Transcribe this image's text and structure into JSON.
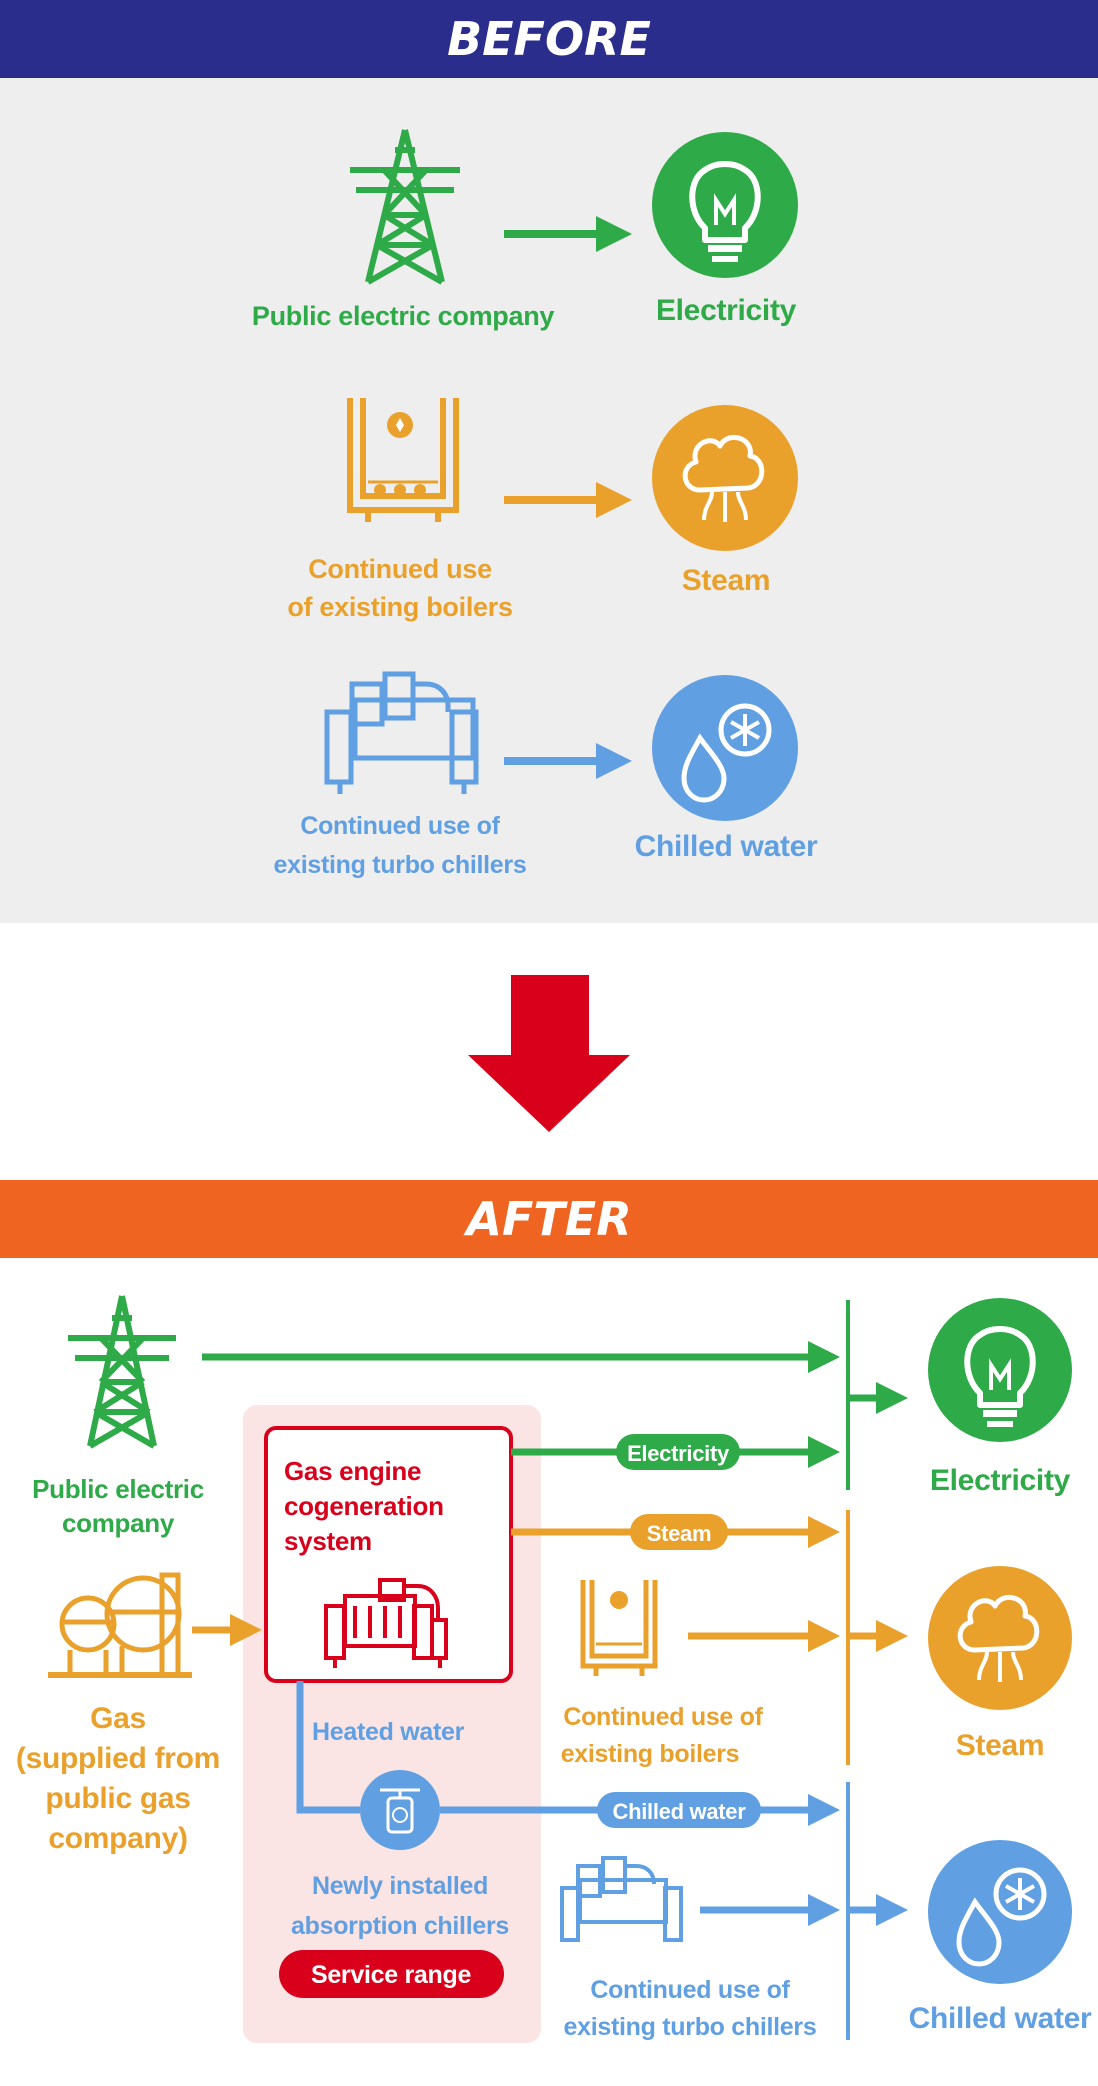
{
  "before": {
    "title": "BEFORE",
    "rows": [
      {
        "source": "Public electric company",
        "output": "Electricity"
      },
      {
        "source_line1": "Continued use",
        "source_line2": "of existing boilers",
        "output": "Steam"
      },
      {
        "source_line1": "Continued use of",
        "source_line2": "existing turbo chillers",
        "output": "Chilled water"
      }
    ]
  },
  "after": {
    "title": "AFTER",
    "public_electric": {
      "line1": "Public electric",
      "line2": "company"
    },
    "gas": {
      "line1": "Gas",
      "line2": "(supplied from",
      "line3": "public gas",
      "line4": "company)"
    },
    "cogeneration": {
      "line1": "Gas engine",
      "line2": "cogeneration",
      "line3": "system"
    },
    "heated_water": "Heated water",
    "absorption": {
      "line1": "Newly installed",
      "line2": "absorption chillers"
    },
    "service_range": "Service range",
    "boilers": {
      "line1": "Continued use of",
      "line2": "existing boilers"
    },
    "turbo": {
      "line1": "Continued use of",
      "line2": "existing turbo chillers"
    },
    "pills": {
      "electricity": "Electricity",
      "steam": "Steam",
      "chilled_water": "Chilled water"
    },
    "outputs": {
      "electricity": "Electricity",
      "steam": "Steam",
      "chilled_water": "Chilled water"
    }
  },
  "colors": {
    "green": "#2eaa48",
    "orange": "#e9a12c",
    "blue": "#5f9fe2",
    "red": "#d9001b",
    "navy": "#2a2d8c",
    "after_orange": "#ef6420",
    "service_bg": "#fbe4e4"
  }
}
